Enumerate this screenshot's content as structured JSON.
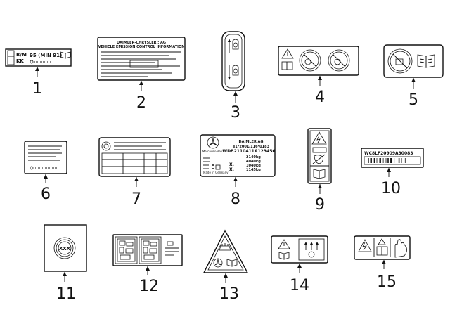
{
  "callouts": [
    {
      "id": 1,
      "label": "1"
    },
    {
      "id": 2,
      "label": "2"
    },
    {
      "id": 3,
      "label": "3"
    },
    {
      "id": 4,
      "label": "4"
    },
    {
      "id": 5,
      "label": "5"
    },
    {
      "id": 6,
      "label": "6"
    },
    {
      "id": 7,
      "label": "7"
    },
    {
      "id": 8,
      "label": "8"
    },
    {
      "id": 9,
      "label": "9"
    },
    {
      "id": 10,
      "label": "10"
    },
    {
      "id": 11,
      "label": "11"
    },
    {
      "id": 12,
      "label": "12"
    },
    {
      "id": 13,
      "label": "13"
    },
    {
      "id": 14,
      "label": "14"
    },
    {
      "id": 15,
      "label": "15"
    }
  ],
  "label1": {
    "rm": "R/M",
    "kk": "KK",
    "fuel": "95 (MIN 91)"
  },
  "label2": {
    "maker": "DAIMLER-CHRYSLER : AG",
    "heading": "VEHICLE EMISSION CONTROL INFORMATION"
  },
  "label8": {
    "maker": "DAIMLER AG",
    "approval": "e1*2001/116*0183",
    "vin": "WDB2110411A123456",
    "brand": "Mercedes-Benz",
    "weights": [
      "2140kg",
      "4040kg",
      "1040kg",
      "1145kg"
    ],
    "origin": "Made in Germany"
  },
  "label10": {
    "code": "WC8LF20909A30083"
  },
  "label11": {
    "center": "XXX"
  },
  "icons": {
    "warning": "warning-triangle-icon",
    "manual": "manual-book-icon",
    "prohibited": "prohibited-icon",
    "seat": "seat-icon",
    "star": "three-pointed-star-icon"
  }
}
